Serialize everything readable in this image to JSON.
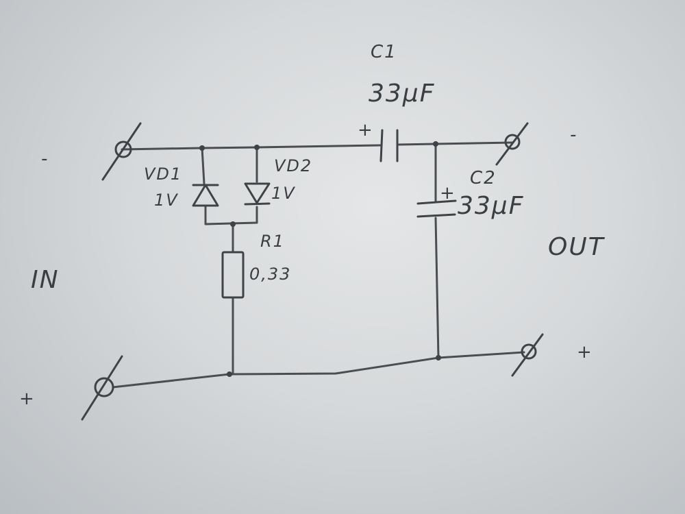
{
  "labels": {
    "c1_name": "C1",
    "c1_value": "33μF",
    "c2_name": "C2",
    "c2_value": "33μF",
    "vd1_name": "VD1",
    "vd1_value": "1V",
    "vd2_name": "VD2",
    "vd2_value": "1V",
    "r1_name": "R1",
    "r1_value": "0,33",
    "in_label": "IN",
    "out_label": "OUT",
    "in_top_sign": "-",
    "in_bottom_sign": "+",
    "out_top_sign": "-",
    "out_bottom_sign": "+",
    "c1_plus": "+",
    "c2_plus": "+"
  },
  "colors": {
    "ink": "#3f4247",
    "paper": "#e4e6e7"
  }
}
